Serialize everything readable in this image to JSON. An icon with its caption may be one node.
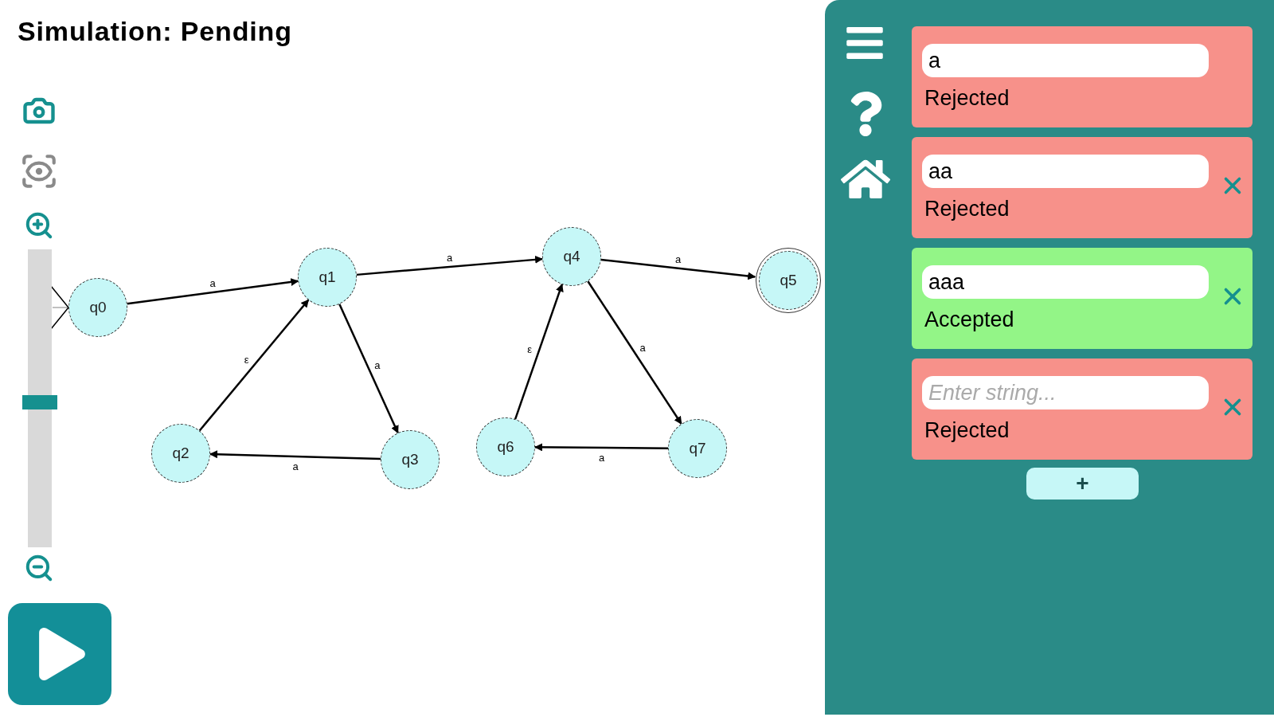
{
  "diagram": {
    "title": "Simulation: Pending",
    "nodes": [
      {
        "text": [
          "q0"
        ]
      },
      {
        "text": [
          "q1"
        ]
      },
      {
        "text": [
          "q2"
        ]
      },
      {
        "text": [
          "q3"
        ]
      },
      {
        "text": [
          "q4"
        ]
      },
      {
        "text": [
          "q5"
        ]
      },
      {
        "text": [
          "q6"
        ]
      },
      {
        "text": [
          "q7"
        ]
      }
    ],
    "edges": [
      {
        "from": null,
        "to": 0,
        "arrow": "to"
      },
      {
        "from": 0,
        "to": 1,
        "arrow": "to",
        "label": "a"
      },
      {
        "from": 1,
        "to": 4,
        "arrow": "to",
        "label": "a"
      },
      {
        "from": 4,
        "to": 5,
        "arrow": "to",
        "label": "a"
      },
      {
        "from": 1,
        "to": 3,
        "arrow": "to",
        "label": "a"
      },
      {
        "from": 3,
        "to": 2,
        "arrow": "to",
        "label": "a"
      },
      {
        "from": 2,
        "to": 1,
        "arrow": "to",
        "label": "ε"
      },
      {
        "from": 4,
        "to": 7,
        "arrow": "to",
        "label": "a"
      },
      {
        "from": 7,
        "to": 6,
        "arrow": "to",
        "label": "a"
      },
      {
        "from": 6,
        "to": 4,
        "arrow": "to",
        "label": "ε"
      }
    ],
    "labels": [
      "a",
      "Rejected",
      "aa",
      "Rejected",
      "aaa",
      "Accepted",
      "Enter string...",
      "Rejected",
      "+"
    ]
  }
}
